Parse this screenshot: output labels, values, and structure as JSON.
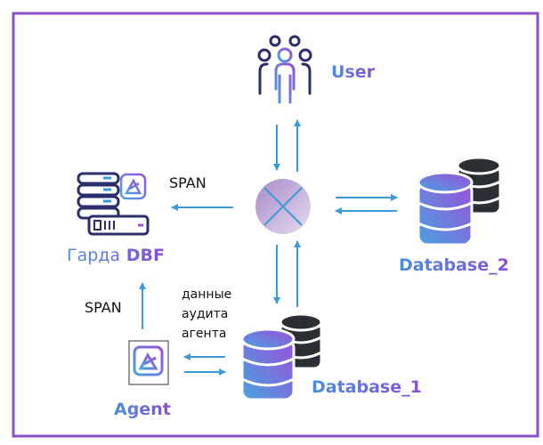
{
  "nodes": {
    "user": "User",
    "garda_prefix": "Гарда",
    "garda_suffix": "DBF",
    "database_2": "Database_2",
    "database_1": "Database_1",
    "agent": "Agent"
  },
  "edges": {
    "span_top": "SPAN",
    "span_left": "SPAN",
    "audit_lines": [
      "данные",
      "аудита",
      "агента"
    ]
  },
  "colors": {
    "frame": "#8a4fc9",
    "arrow": "#3d9ad8",
    "db_dark": "#2b2e33",
    "icon_navy": "#2a2f6b"
  }
}
